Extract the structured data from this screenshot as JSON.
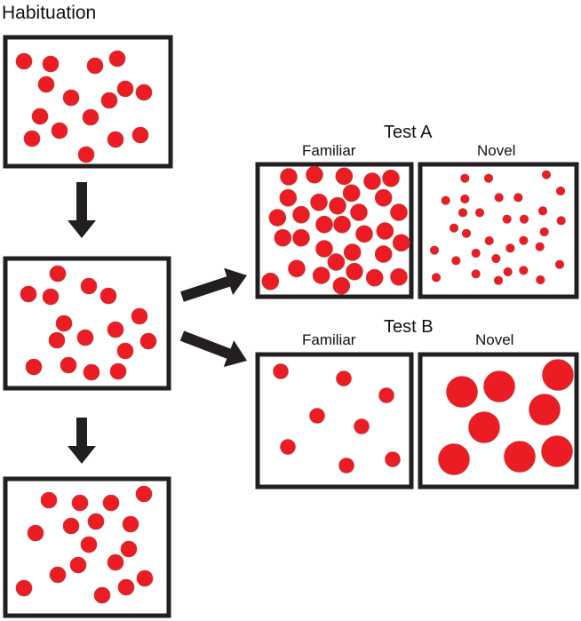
{
  "title": "Habituation",
  "test_a": {
    "title": "Test A",
    "familiar": "Familiar",
    "novel": "Novel"
  },
  "test_b": {
    "title": "Test B",
    "familiar": "Familiar",
    "novel": "Novel"
  },
  "colors": {
    "dot": "#ec1c24",
    "border": "#231f20",
    "arrow": "#231f20"
  }
}
